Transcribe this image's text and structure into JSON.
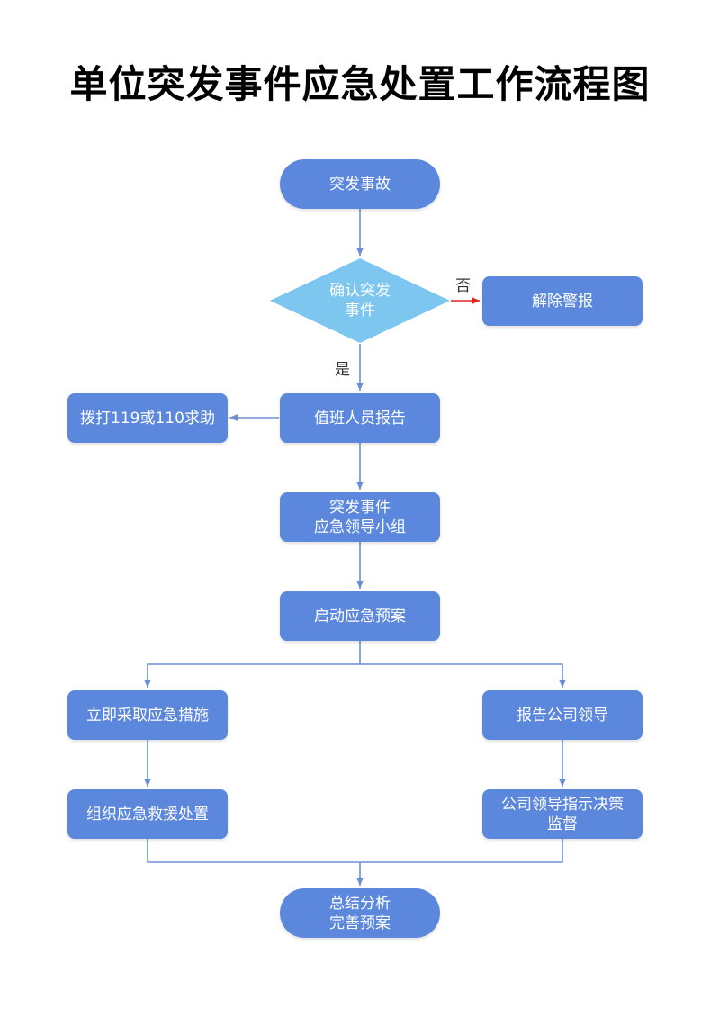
{
  "title": "单位突发事件应急处置工作流程图",
  "colors": {
    "node": "#5b87dc",
    "decision": "#7cc6f0",
    "line": "#6b8fd6",
    "no_arrow": "#e02020"
  },
  "nodes": {
    "start": "突发事故",
    "decision": "确认突发\n事件",
    "lift_alarm": "解除警报",
    "duty_report": "值班人员报告",
    "call_help": "拨打119或110求助",
    "leader_group": "突发事件\n应急领导小组",
    "start_plan": "启动应急预案",
    "take_measures": "立即采取应急措施",
    "report_leader": "报告公司领导",
    "rescue": "组织应急救援处置",
    "leader_supervise": "公司领导指示决策\n监督",
    "summary": "总结分析\n完善预案"
  },
  "edge_labels": {
    "no": "否",
    "yes": "是"
  }
}
